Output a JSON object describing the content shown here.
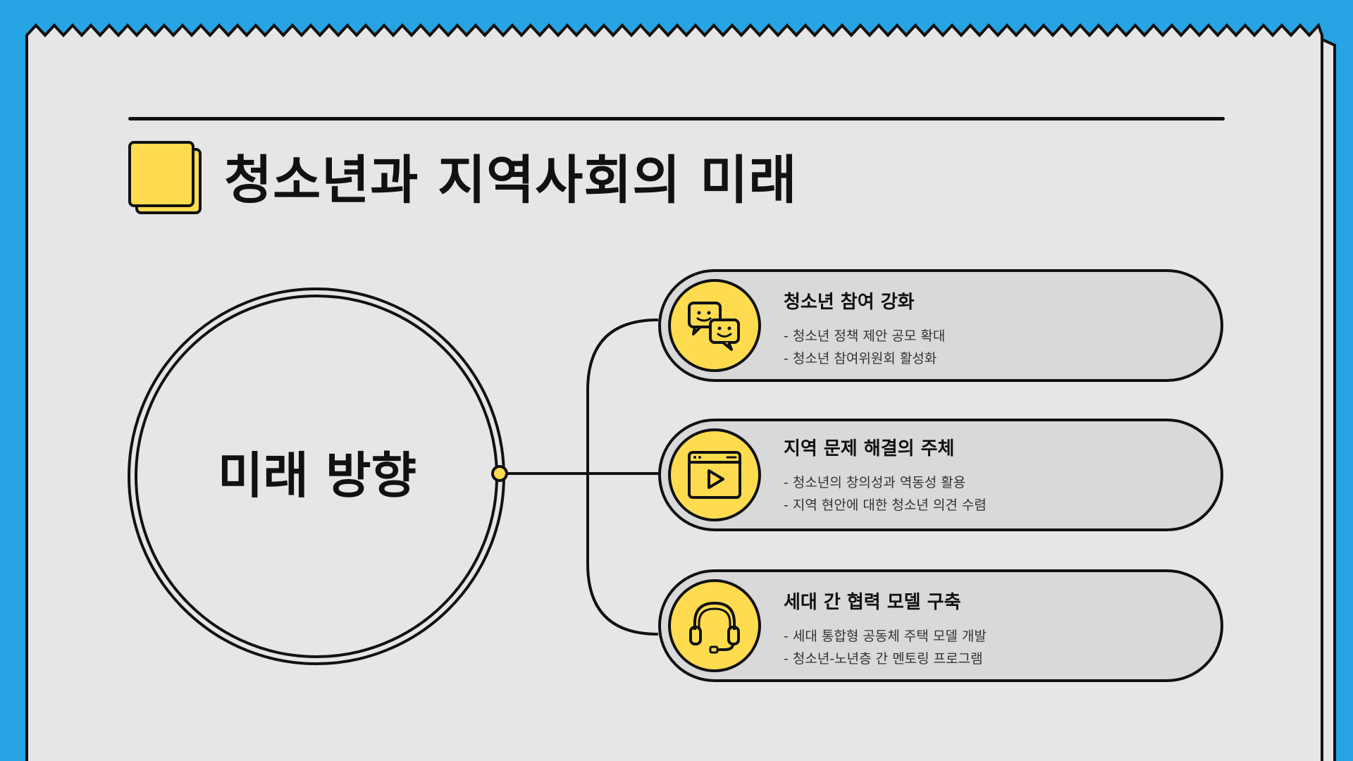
{
  "title": "청소년과 지역사회의 미래",
  "center": {
    "label": "미래 방향"
  },
  "branches": [
    {
      "title": "청소년 참여 강화",
      "items": [
        "- 청소년 정책 제안 공모 확대",
        "- 청소년 참여위원회 활성화"
      ],
      "icon": "chat-bubbles-icon"
    },
    {
      "title": "지역 문제 해결의 주체",
      "items": [
        "- 청소년의 창의성과 역동성 활용",
        "- 지역 현안에 대한 청소년 의견 수렴"
      ],
      "icon": "video-player-icon"
    },
    {
      "title": "세대 간 협력 모델 구축",
      "items": [
        "- 세대 통합형 공동체 주택 모델 개발",
        "- 청소년-노년층 간 멘토링 프로그램"
      ],
      "icon": "headset-icon"
    }
  ],
  "colors": {
    "background": "#27a4e4",
    "paper": "#e6e6e6",
    "accent": "#ffdc4f",
    "pill": "#d9d9d9",
    "ink": "#111111"
  }
}
